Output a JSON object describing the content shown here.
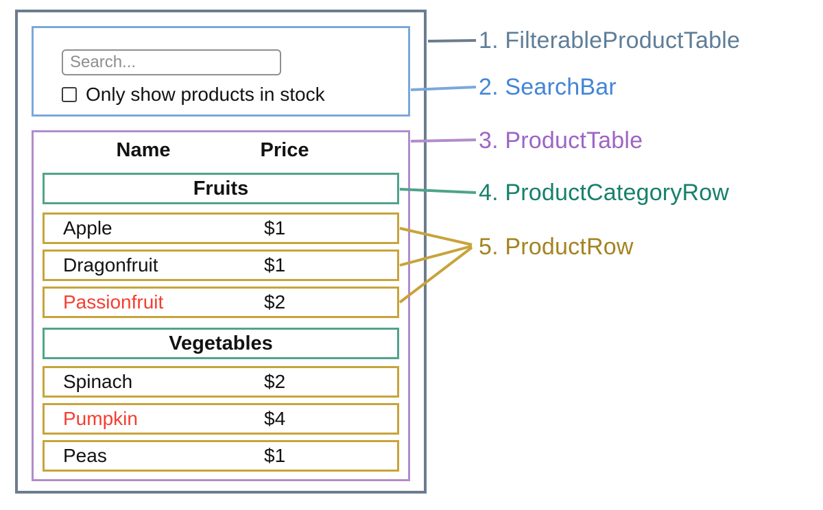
{
  "colors": {
    "slate": "#6b7c8e",
    "slate-label": "#5e7d97",
    "blue": "#7aa8da",
    "blue-label": "#4285d6",
    "purple": "#b28cca",
    "purple-label": "#9d64c5",
    "teal": "#4fa38a",
    "teal-label": "#17806b",
    "gold": "#c7a33a",
    "gold-label": "#a48420",
    "red": "#f43e30"
  },
  "search_bar": {
    "placeholder": "Search...",
    "checkbox_label": "Only show products in stock"
  },
  "table": {
    "headers": [
      "Name",
      "Price"
    ],
    "groups": [
      {
        "category": "Fruits",
        "rows": [
          {
            "name": "Apple",
            "price": "$1"
          },
          {
            "name": "Dragonfruit",
            "price": "$1"
          },
          {
            "name": "Passionfruit",
            "price": "$2"
          }
        ]
      },
      {
        "category": "Vegetables",
        "rows": [
          {
            "name": "Spinach",
            "price": "$2"
          },
          {
            "name": "Pumpkin",
            "price": "$4"
          },
          {
            "name": "Peas",
            "price": "$1"
          }
        ]
      }
    ]
  },
  "legend": [
    "1. FilterableProductTable",
    "2. SearchBar",
    "3. ProductTable",
    "4. ProductCategoryRow",
    "5. ProductRow"
  ]
}
